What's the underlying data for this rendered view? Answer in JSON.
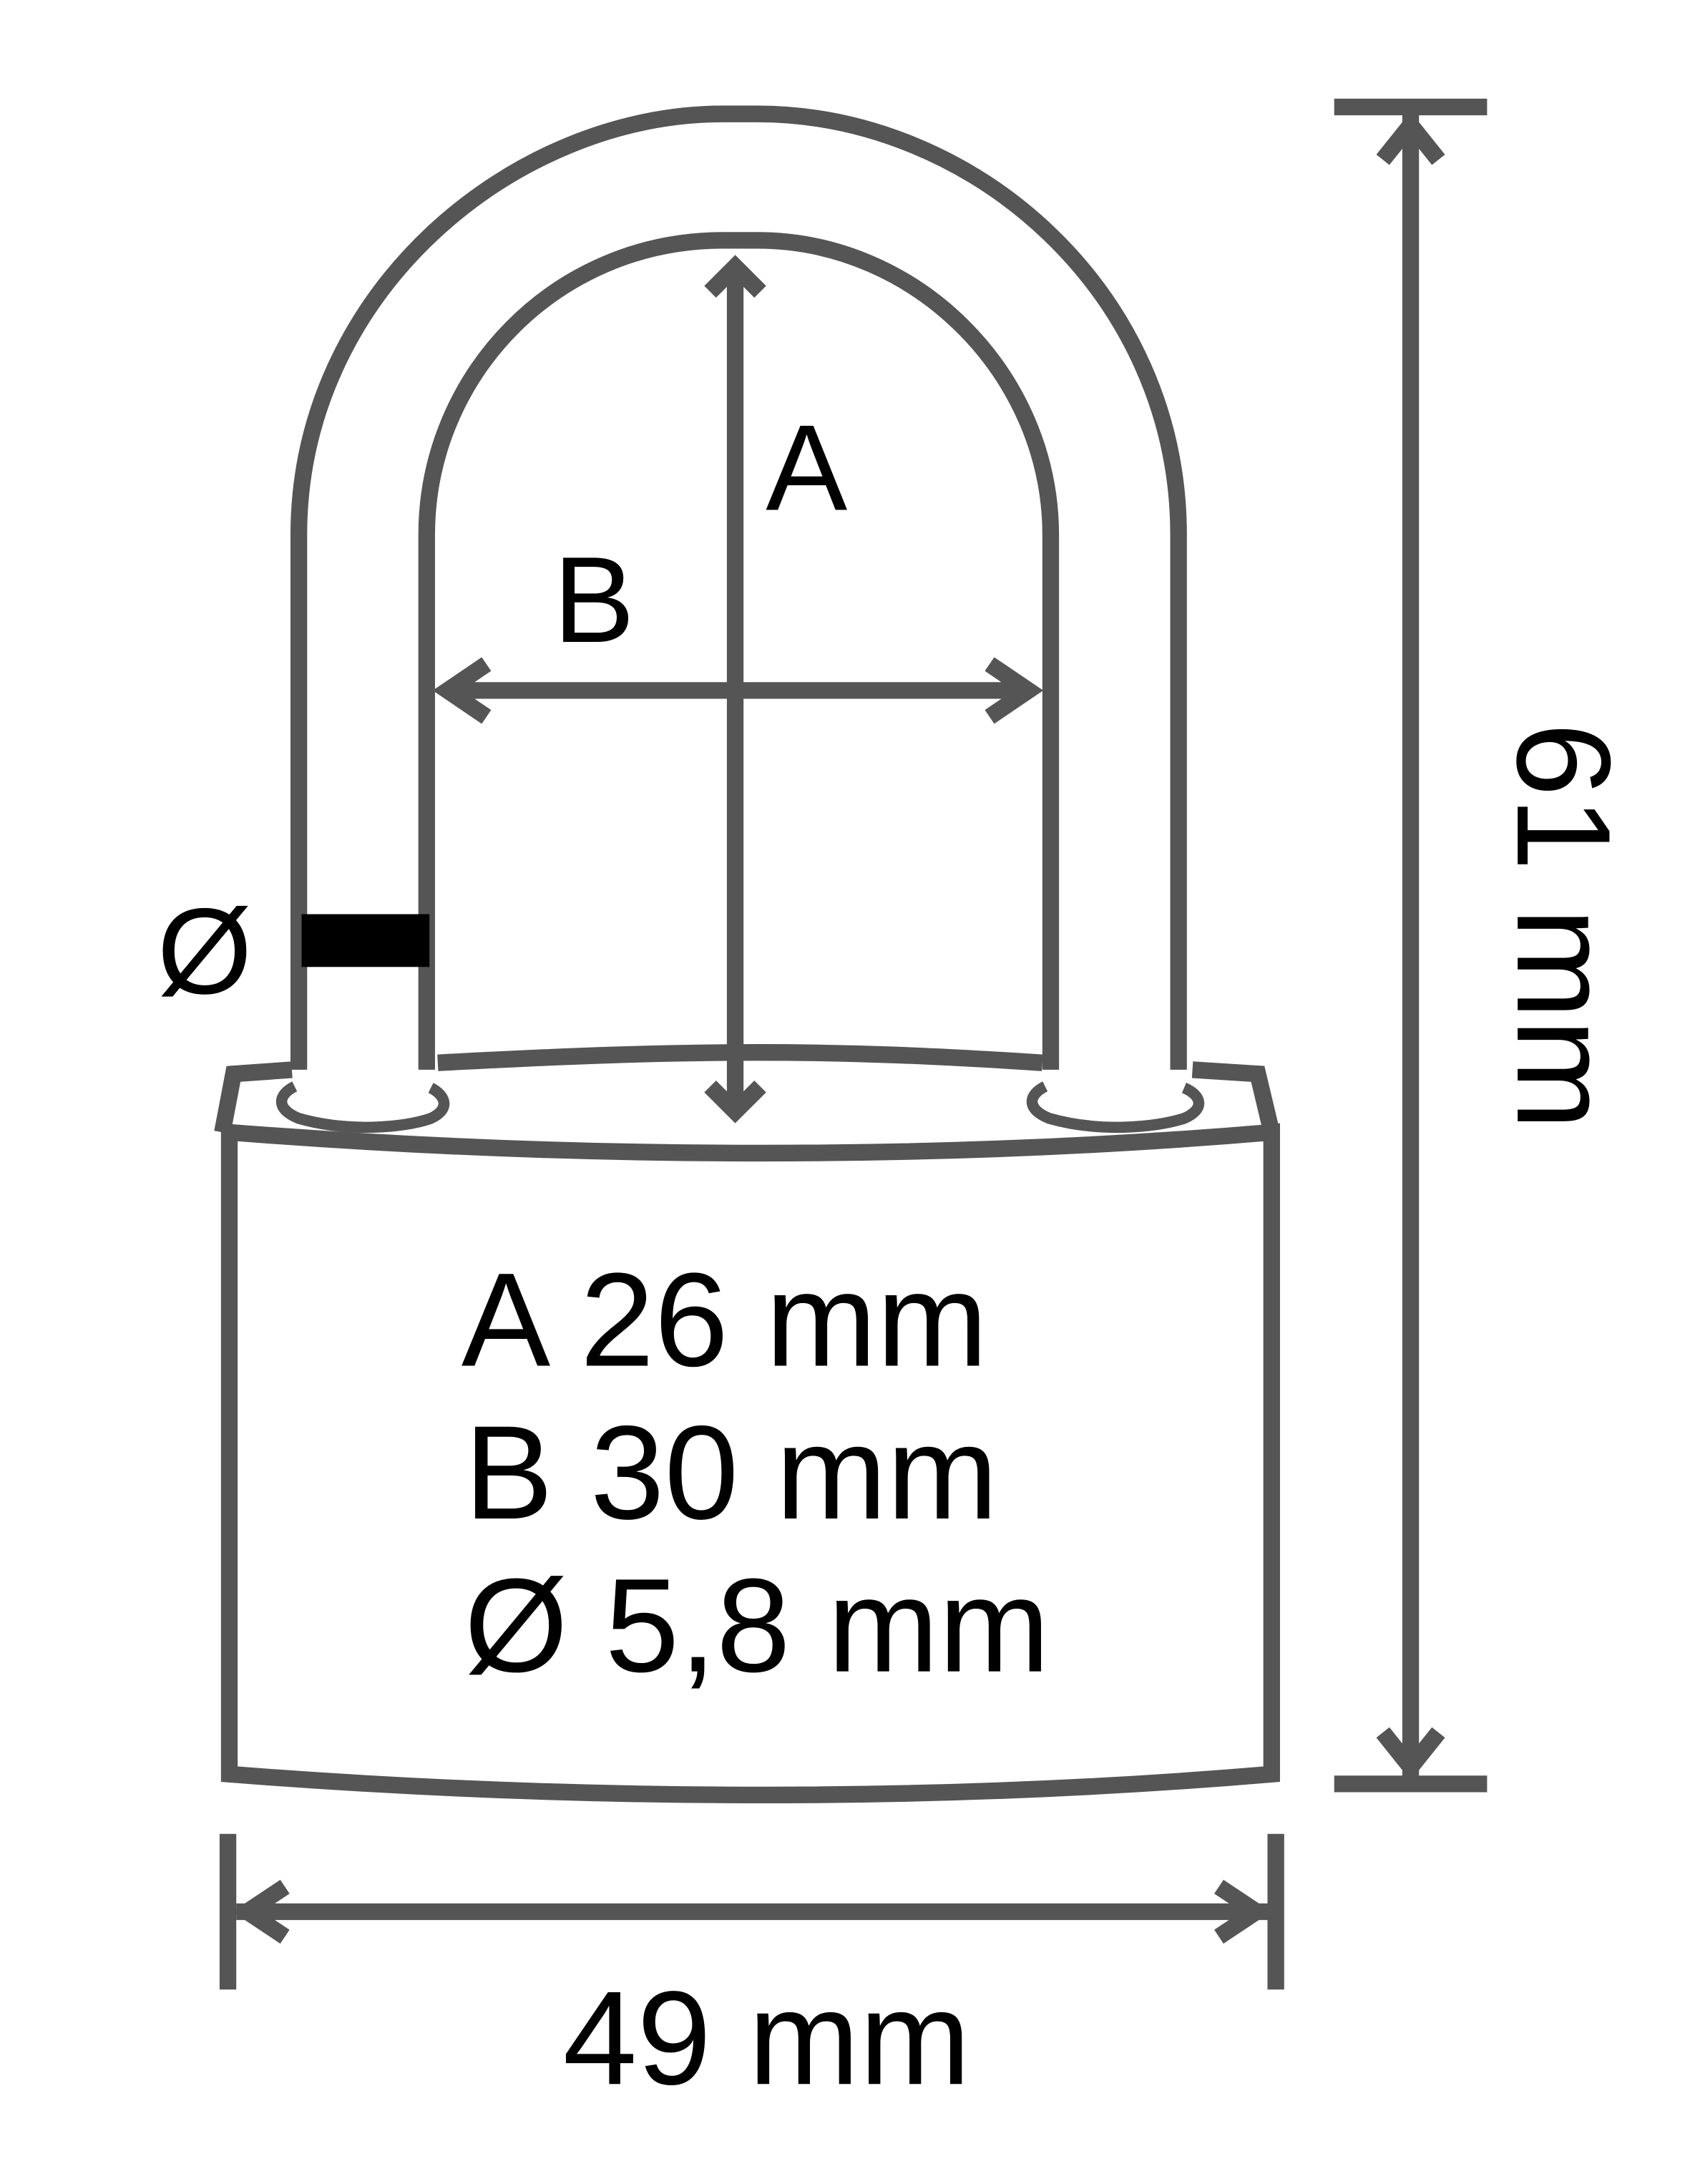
{
  "diagram": {
    "subject": "Padlock dimensions",
    "colors": {
      "line": "#555555",
      "text": "#000000",
      "background": "#ffffff",
      "diameter_marker": "#000000"
    },
    "labels": {
      "shackle_height_letter": "A",
      "shackle_width_letter": "B",
      "diameter_symbol": "Ø",
      "overall_height": "61 mm",
      "body_width": "49 mm"
    },
    "specs": [
      {
        "letter": "A",
        "value": "26 mm",
        "text": "A 26 mm"
      },
      {
        "letter": "B",
        "value": "30 mm",
        "text": "B 30 mm"
      },
      {
        "letter": "Ø",
        "value": "5,8 mm",
        "text": "Ø 5,8 mm"
      }
    ]
  }
}
